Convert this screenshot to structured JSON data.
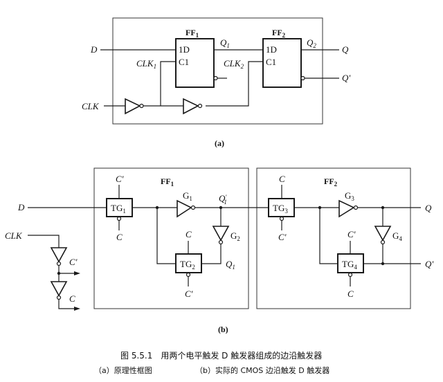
{
  "diagram_a": {
    "label": "(a)",
    "input_d": "D",
    "input_clk": "CLK",
    "output_q": "Q",
    "output_qn": "Q'",
    "ff1": {
      "name": "FF",
      "sub": "1",
      "pin_d": "1D",
      "pin_c": "C1",
      "out": "Q",
      "out_sub": "1",
      "clk": "CLK",
      "clk_sub": "1"
    },
    "ff2": {
      "name": "FF",
      "sub": "2",
      "pin_d": "1D",
      "pin_c": "C1",
      "out": "Q",
      "out_sub": "2",
      "clk": "CLK",
      "clk_sub": "2"
    }
  },
  "diagram_b": {
    "label": "(b)",
    "input_d": "D",
    "input_clk": "CLK",
    "clk_out_cp": "C'",
    "clk_out_c": "C",
    "output_q": "Q",
    "output_qn": "Q'",
    "ff1": {
      "name": "FF",
      "sub": "1",
      "tg1": {
        "name": "TG",
        "sub": "1",
        "top": "C'",
        "bottom": "C"
      },
      "tg2": {
        "name": "TG",
        "sub": "2",
        "top": "C",
        "bottom": "C'"
      },
      "g1": {
        "name": "G",
        "sub": "1"
      },
      "g2": {
        "name": "G",
        "sub": "2"
      },
      "q1p": "Q",
      "q1p_sub": "1",
      "q1p_prime": "'",
      "q1": "Q",
      "q1_sub": "1"
    },
    "ff2": {
      "name": "FF",
      "sub": "2",
      "tg3": {
        "name": "TG",
        "sub": "3",
        "top": "C",
        "bottom": "C'"
      },
      "tg4": {
        "name": "TG",
        "sub": "4",
        "top": "C'",
        "bottom": "C"
      },
      "g3": {
        "name": "G",
        "sub": "3"
      },
      "g4": {
        "name": "G",
        "sub": "4"
      }
    }
  },
  "caption": {
    "title": "图 5.5.1　用两个电平触发 D 触发器组成的边沿触发器",
    "sub_a": "（a）原理性框图",
    "sub_b": "（b）实际的 CMOS 边沿触发 D 触发器"
  }
}
